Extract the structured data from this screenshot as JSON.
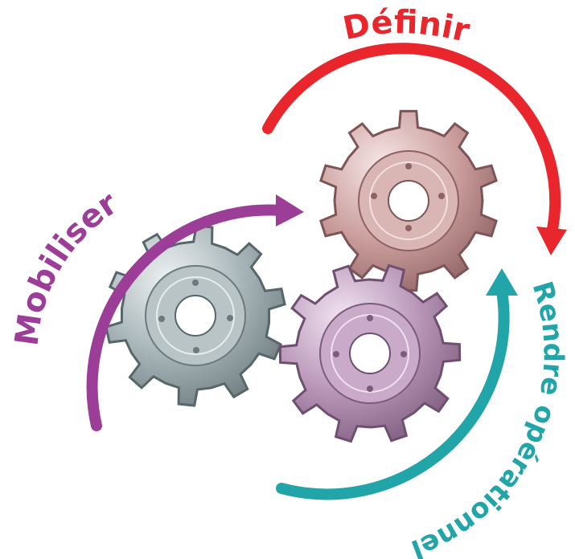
{
  "diagram": {
    "gears": [
      {
        "id": "gear-grey",
        "color": "#a3b1b4",
        "dark": "#5f6d70",
        "light": "#dde4e5"
      },
      {
        "id": "gear-rose",
        "color": "#c99c9b",
        "dark": "#86585a",
        "light": "#f1dcdc"
      },
      {
        "id": "gear-violet",
        "color": "#b693b5",
        "dark": "#765576",
        "light": "#ead8ea"
      }
    ],
    "arrows": [
      {
        "id": "definir",
        "label": "Définir",
        "color": "#e8262c"
      },
      {
        "id": "mobiliser",
        "label": "Mobiliser",
        "color": "#9c3d97"
      },
      {
        "id": "rendre",
        "label": "Rendre opérationnel",
        "color": "#21a5a9"
      }
    ]
  }
}
